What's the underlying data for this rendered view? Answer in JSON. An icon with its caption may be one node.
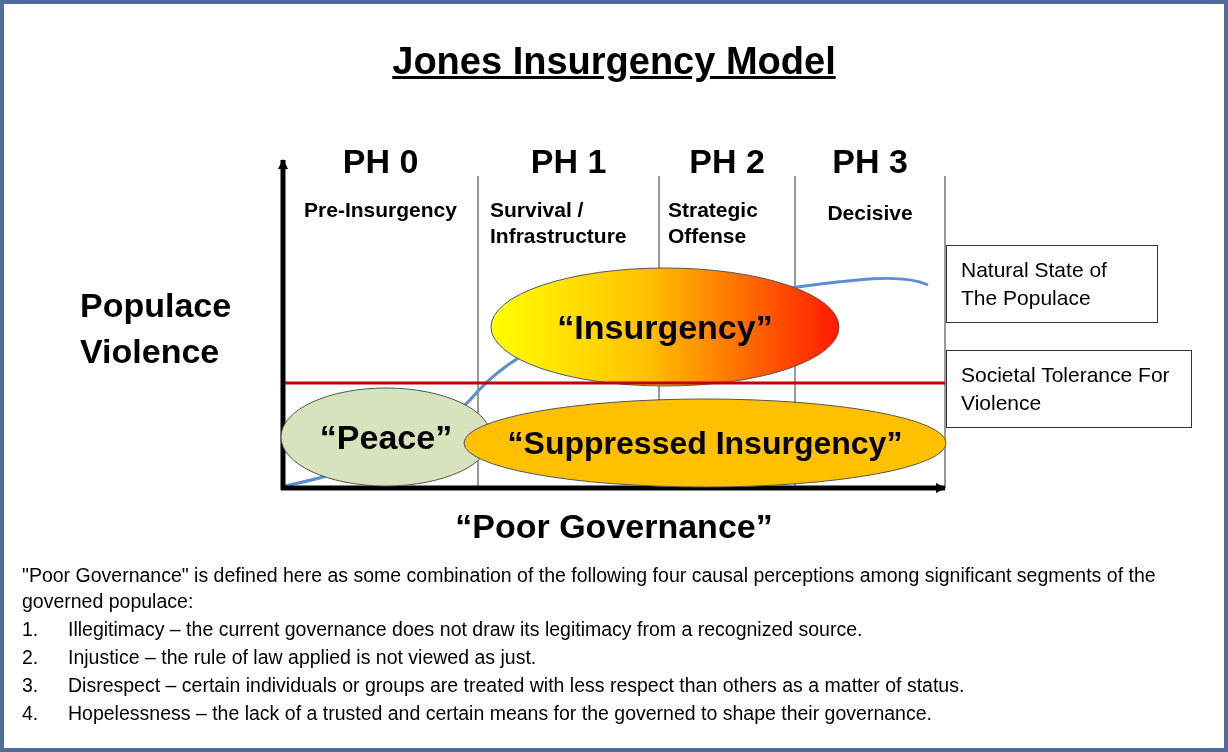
{
  "diagram": {
    "title": "Jones Insurgency Model",
    "nodes": [
      {
        "text": [
          "“Insurgency”"
        ]
      },
      {
        "text": [
          "“Peace”"
        ]
      },
      {
        "text": [
          "“Suppressed Insurgency”"
        ]
      },
      {
        "text": [
          "Natural State of The Populace"
        ]
      },
      {
        "text": [
          "Societal Tolerance For Violence"
        ]
      }
    ],
    "edges": [],
    "labels": [
      "PH 0",
      "Pre-Insurgency",
      "PH 1",
      "Survival / Infrastructure",
      "PH 2",
      "Strategic Offense",
      "PH 3",
      "Decisive",
      "Populace Violence",
      "“Poor Governance”",
      "\"Poor Governance\" is defined here as some combination of the following four causal perceptions among significant segments of the governed populace:",
      "1.",
      "Illegitimacy – the current governance does not draw its legitimacy from a recognized source.",
      "2.",
      "Injustice – the rule of law applied is not viewed as just.",
      "3.",
      "Disrespect – certain individuals or groups are treated with less respect than others as a matter of status.",
      "4.",
      "Hopelessness – the lack of a trusted and certain means for the governed to shape their governance."
    ]
  }
}
